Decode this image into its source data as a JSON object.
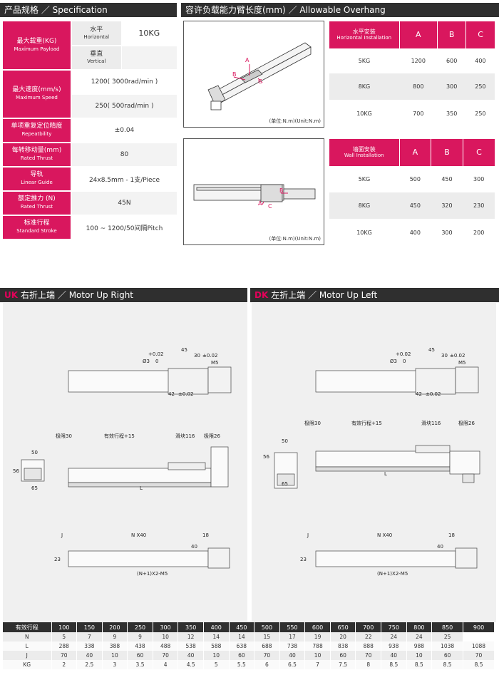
{
  "header_spec": {
    "title": "产品规格",
    "title_en": "Specification"
  },
  "header_overhang": {
    "title": "容许负载能力臂长度(mm)",
    "title_en": "Allowable Overhang"
  },
  "spec": {
    "payload": {
      "label": "最大载重(KG)",
      "label_en": "Maximum Payload",
      "h": "水平",
      "h_en": "Horizontal",
      "h_val": "10KG",
      "v": "垂直",
      "v_en": "Vertical"
    },
    "speed": {
      "label": "最大速度(mm/s)",
      "label_en": "Maximum Speed",
      "v1": "1200( 3000rad/min )",
      "v2": "250( 500rad/min )"
    },
    "repeat": {
      "label": "单项重复定位精度",
      "label_en": "Repeatbility",
      "val": "±0.04"
    },
    "per_rev": {
      "label": "每转移动量(mm)",
      "label_en": "Rated Thrust",
      "val": "80"
    },
    "guide": {
      "label": "导轨",
      "label_en": "Linear Guide",
      "val": "24x8.5mm - 1支/Piece"
    },
    "thrust": {
      "label": "额定推力 (N)",
      "label_en": "Rated Thrust",
      "val": "45N"
    },
    "stroke": {
      "label": "标准行程",
      "label_en": "Standard Stroke",
      "val": "100 ~ 1200/50间隔Pitch"
    }
  },
  "unit_text": "(单位:N.m)(Unit:N.m)",
  "marks": {
    "a": "A",
    "b": "B",
    "c": "C"
  },
  "overhang_h": {
    "head": "水平安装",
    "head_en": "Horizontal Installation",
    "cols": [
      "A",
      "B",
      "C"
    ],
    "rows": [
      [
        "5KG",
        "1200",
        "600",
        "400"
      ],
      [
        "8KG",
        "800",
        "300",
        "250"
      ],
      [
        "10KG",
        "700",
        "350",
        "250"
      ]
    ]
  },
  "overhang_w": {
    "head": "墙面安装",
    "head_en": "Wall Installation",
    "cols": [
      "A",
      "B",
      "C"
    ],
    "rows": [
      [
        "5KG",
        "500",
        "450",
        "300"
      ],
      [
        "8KG",
        "450",
        "320",
        "230"
      ],
      [
        "10KG",
        "400",
        "300",
        "200"
      ]
    ]
  },
  "uk": {
    "code": "UK",
    "title": "右折上端",
    "title_en": "Motor Up Right"
  },
  "dk": {
    "code": "DK",
    "title": "左折上端",
    "title_en": "Motor Up Left"
  },
  "dims": {
    "tol_top": "+0.02",
    "phi": "Ø3",
    "zero": "0",
    "d45": "45",
    "d30": "30",
    "pm02": "±0.02",
    "m5": "M5",
    "d42": "42",
    "limit30": "极限30",
    "eff": "有效行程+15",
    "slider": "滑块116",
    "limit26": "极限26",
    "d50": "50",
    "d56": "56",
    "d65": "65",
    "L": "L",
    "J": "J",
    "nx40": "N X40",
    "d18": "18",
    "d40": "40",
    "d23": "23",
    "n1m5": "(N+1)X2-M5"
  },
  "bottom": {
    "header": [
      "有效行程",
      "100",
      "150",
      "200",
      "250",
      "300",
      "350",
      "400",
      "450",
      "500",
      "550",
      "600",
      "650",
      "700",
      "750",
      "800",
      "850",
      "900"
    ],
    "rows": [
      [
        "N",
        "5",
        "7",
        "9",
        "9",
        "10",
        "12",
        "14",
        "14",
        "15",
        "17",
        "19",
        "20",
        "22",
        "24",
        "24",
        "25"
      ],
      [
        "L",
        "288",
        "338",
        "388",
        "438",
        "488",
        "538",
        "588",
        "638",
        "688",
        "738",
        "788",
        "838",
        "888",
        "938",
        "988",
        "1038",
        "1088"
      ],
      [
        "J",
        "70",
        "40",
        "10",
        "60",
        "70",
        "40",
        "10",
        "60",
        "70",
        "40",
        "10",
        "60",
        "70",
        "40",
        "10",
        "60",
        "70"
      ],
      [
        "KG",
        "2",
        "2.5",
        "3",
        "3.5",
        "4",
        "4.5",
        "5",
        "5.5",
        "6",
        "6.5",
        "7",
        "7.5",
        "8",
        "8.5",
        "8.5",
        "8.5",
        "8.5"
      ]
    ]
  }
}
